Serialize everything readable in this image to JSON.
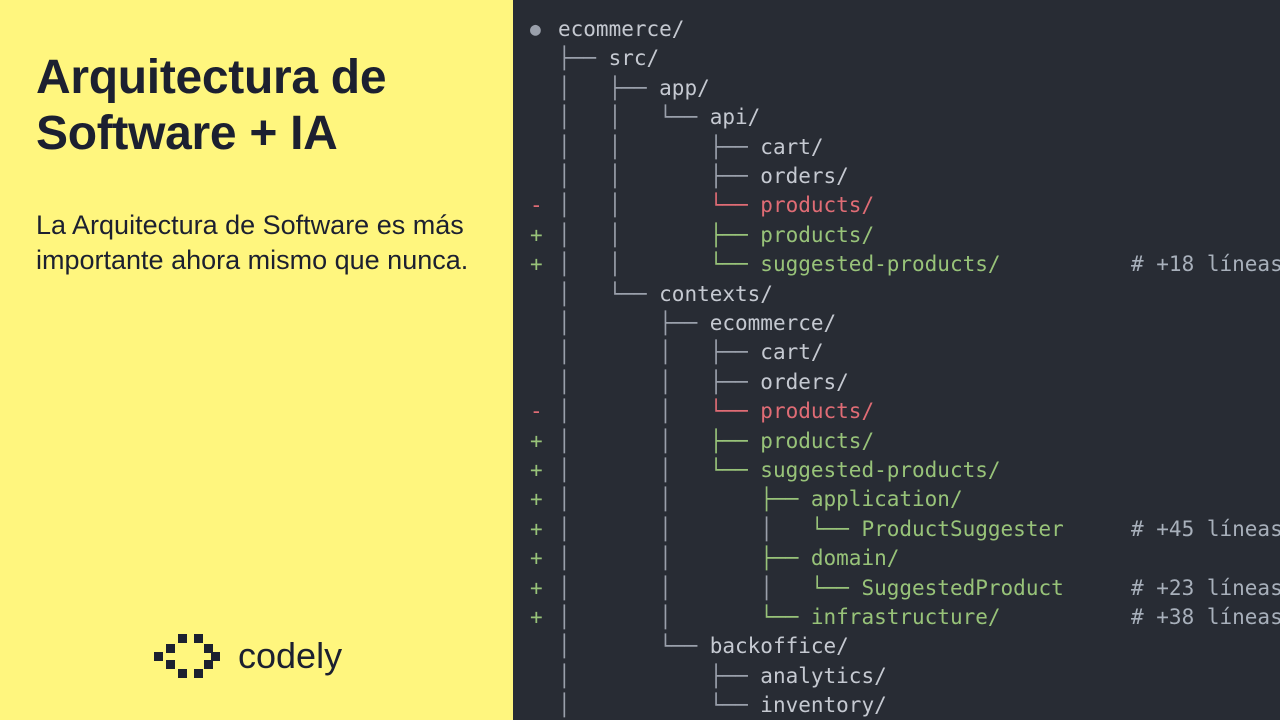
{
  "slide": {
    "title": "Arquitectura de Software + IA",
    "subtitle": "La Arquitectura de Software es más importante ahora mismo que nunca.",
    "brand": {
      "name": "codely",
      "logo_icon": "codely-logo-icon"
    }
  },
  "tree": [
    {
      "marker": "●",
      "prefix": "",
      "prefix_end": "",
      "name": "ecommerce/",
      "comment": "",
      "status": "root"
    },
    {
      "marker": "",
      "prefix": "",
      "prefix_end": "├── ",
      "name": "src/",
      "comment": "",
      "status": "normal"
    },
    {
      "marker": "",
      "prefix": "│   ",
      "prefix_end": "├── ",
      "name": "app/",
      "comment": "",
      "status": "normal"
    },
    {
      "marker": "",
      "prefix": "│   │   ",
      "prefix_end": "└── ",
      "name": "api/",
      "comment": "",
      "status": "normal"
    },
    {
      "marker": "",
      "prefix": "│   │       ",
      "prefix_end": "├── ",
      "name": "cart/",
      "comment": "",
      "status": "normal"
    },
    {
      "marker": "",
      "prefix": "│   │       ",
      "prefix_end": "├── ",
      "name": "orders/",
      "comment": "",
      "status": "normal"
    },
    {
      "marker": "-",
      "prefix": "│   │       ",
      "prefix_end": "└── ",
      "name": "products/",
      "comment": "",
      "status": "del"
    },
    {
      "marker": "+",
      "prefix": "│   │       ",
      "prefix_end": "├── ",
      "name": "products/",
      "comment": "",
      "status": "add"
    },
    {
      "marker": "+",
      "prefix": "│   │       ",
      "prefix_end": "└── ",
      "name": "suggested-products/",
      "comment": "# +18 líneas",
      "status": "add"
    },
    {
      "marker": "",
      "prefix": "│   ",
      "prefix_end": "└── ",
      "name": "contexts/",
      "comment": "",
      "status": "normal"
    },
    {
      "marker": "",
      "prefix": "│       ",
      "prefix_end": "├── ",
      "name": "ecommerce/",
      "comment": "",
      "status": "normal"
    },
    {
      "marker": "",
      "prefix": "│       │   ",
      "prefix_end": "├── ",
      "name": "cart/",
      "comment": "",
      "status": "normal"
    },
    {
      "marker": "",
      "prefix": "│       │   ",
      "prefix_end": "├── ",
      "name": "orders/",
      "comment": "",
      "status": "normal"
    },
    {
      "marker": "-",
      "prefix": "│       │   ",
      "prefix_end": "└── ",
      "name": "products/",
      "comment": "",
      "status": "del"
    },
    {
      "marker": "+",
      "prefix": "│       │   ",
      "prefix_end": "├── ",
      "name": "products/",
      "comment": "",
      "status": "add"
    },
    {
      "marker": "+",
      "prefix": "│       │   ",
      "prefix_end": "└── ",
      "name": "suggested-products/",
      "comment": "",
      "status": "add"
    },
    {
      "marker": "+",
      "prefix": "│       │       ",
      "prefix_end": "├── ",
      "name": "application/",
      "comment": "",
      "status": "add"
    },
    {
      "marker": "+",
      "prefix": "│       │       │   ",
      "prefix_end": "└── ",
      "name": "ProductSuggester",
      "comment": "# +45 líneas",
      "status": "add"
    },
    {
      "marker": "+",
      "prefix": "│       │       ",
      "prefix_end": "├── ",
      "name": "domain/",
      "comment": "",
      "status": "add"
    },
    {
      "marker": "+",
      "prefix": "│       │       │   ",
      "prefix_end": "└── ",
      "name": "SuggestedProduct",
      "comment": "# +23 líneas",
      "status": "add"
    },
    {
      "marker": "+",
      "prefix": "│       │       ",
      "prefix_end": "└── ",
      "name": "infrastructure/",
      "comment": "# +38 líneas",
      "status": "add"
    },
    {
      "marker": "",
      "prefix": "│       ",
      "prefix_end": "└── ",
      "name": "backoffice/",
      "comment": "",
      "status": "normal"
    },
    {
      "marker": "",
      "prefix": "│           ",
      "prefix_end": "├── ",
      "name": "analytics/",
      "comment": "",
      "status": "normal"
    },
    {
      "marker": "",
      "prefix": "│           ",
      "prefix_end": "└── ",
      "name": "inventory/",
      "comment": "",
      "status": "normal"
    }
  ],
  "colors": {
    "background_left": "#fff67e",
    "background_right": "#282c34",
    "text_dark": "#1c2030",
    "added": "#98c379",
    "removed": "#e06c75",
    "normal": "#c5c9d1",
    "tree_lines": "#9aa0ab"
  }
}
